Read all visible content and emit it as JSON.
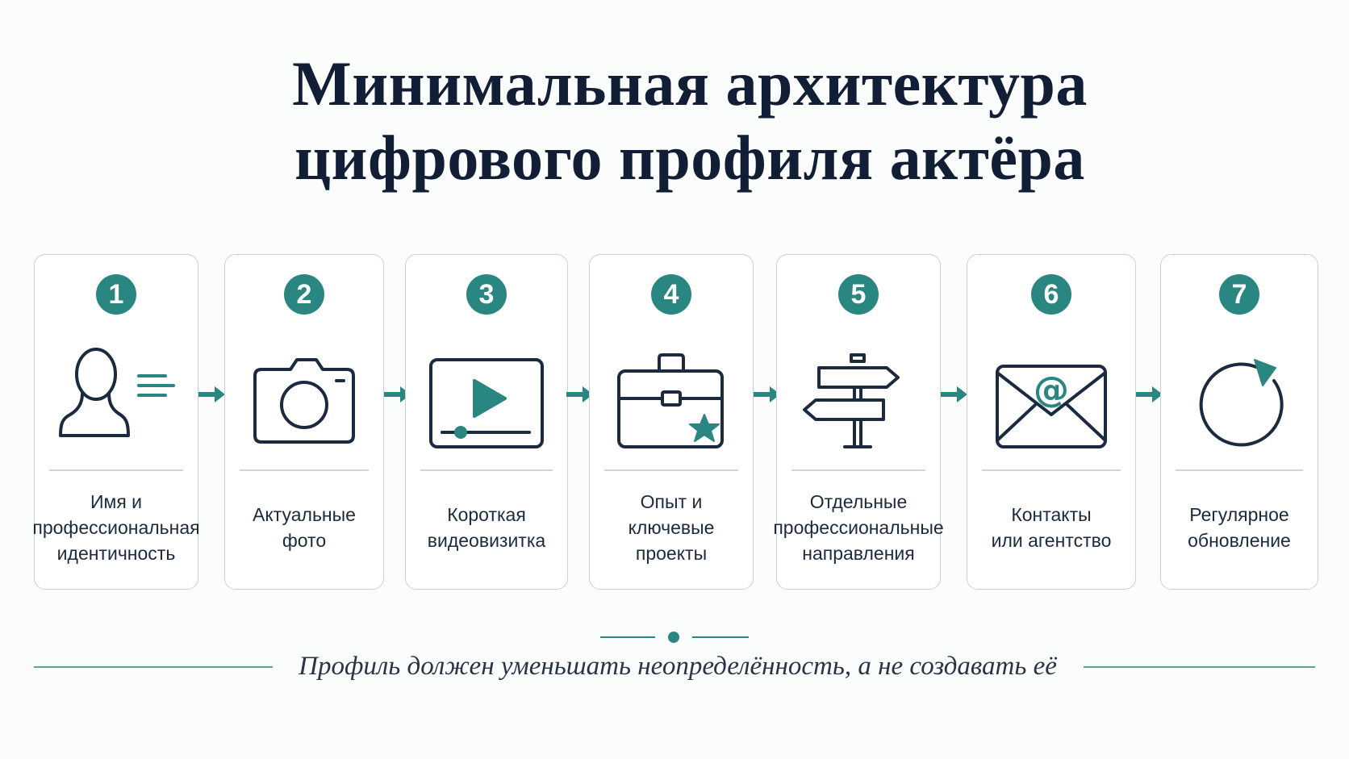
{
  "title": {
    "line1": "Минимальная архитектура",
    "line2": "цифрового профиля актёра"
  },
  "steps": [
    {
      "number": "1",
      "label": "Имя и\nпрофессиональная\nидентичность",
      "icon": "user-profile-icon"
    },
    {
      "number": "2",
      "label": "Актуальные\nфото",
      "icon": "camera-icon"
    },
    {
      "number": "3",
      "label": "Короткая\nвидеовизитка",
      "icon": "video-player-icon"
    },
    {
      "number": "4",
      "label": "Опыт и\nключевые\nпроекты",
      "icon": "briefcase-star-icon"
    },
    {
      "number": "5",
      "label": "Отдельные\nпрофессиональные\nнаправления",
      "icon": "signpost-icon"
    },
    {
      "number": "6",
      "label": "Контакты\nили агентство",
      "icon": "envelope-at-icon"
    },
    {
      "number": "7",
      "label": "Регулярное\nобновление",
      "icon": "refresh-icon"
    }
  ],
  "tagline": "Профиль должен уменьшать неопределённость, а не создавать её",
  "colors": {
    "accent": "#2a8680",
    "title": "#111e35",
    "icon_stroke": "#1b2a3f"
  }
}
